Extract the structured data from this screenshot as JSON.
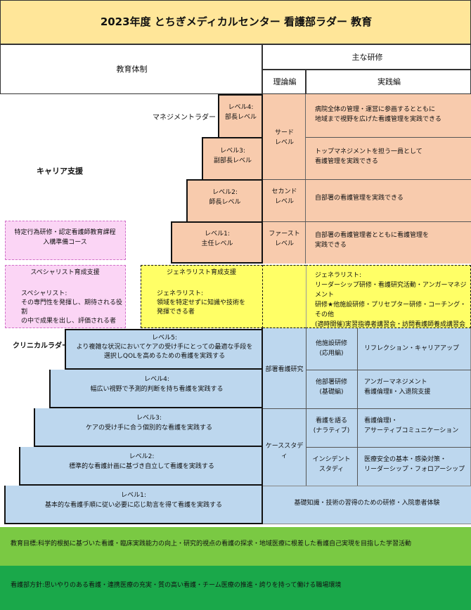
{
  "title": "2023年度 とちぎメディカルセンター 看護部ラダー 教育",
  "headers": {
    "system": "教育体制",
    "main_training": "主な研修",
    "theory": "理論編",
    "practice": "実践編"
  },
  "management": {
    "ladder_label": "マネジメントラダー",
    "career_label": "キャリア支援",
    "levels": [
      {
        "label": "レベル4:\n部長レベル"
      },
      {
        "label": "レベル3:\n副部長レベル"
      },
      {
        "label": "レベル2:\n師長レベル"
      },
      {
        "label": "レベル1:\n主任レベル"
      }
    ],
    "theory": [
      "サード\nレベル",
      "セカンド\nレベル",
      "ファースト\nレベル"
    ],
    "practice": [
      "病院全体の管理・運営に参画するとともに\n地域まで視野を広げた看護管理を実践できる",
      "トップマネジメントを担う一員として\n看護管理を実践できる",
      "自部署の看護管理を実践できる",
      "自部署の看護管理者とともに看護管理を\n実践できる"
    ]
  },
  "specified": "特定行為研修・認定看護師教育課程\n入構準備コース",
  "specialist": {
    "title": "スペシャリスト育成支援",
    "desc": "スペシャリスト:\nその専門性を発揮し、期待される役割\nの中で成果を出し、評価される者"
  },
  "generalist": {
    "title": "ジェネラリスト育成支援",
    "desc": "ジェネラリスト:\n領域を特定せずに知識や技術を\n発揮できる者",
    "training": "ジェネラリスト:\nリーダーシップ研修・看護研究活動・アンガーマネジメント\n研修★他施設研修・プリセプター研修・コーチング・その他\n(適時開催)実習指導者講習会・訪問看護師養成講習会"
  },
  "clinical": {
    "ladder_label": "クリニカルラダー",
    "levels": [
      "レベル5:\nより複雑な状況においてケアの受け手にとっての最適な手段を\n選択しQOLを高めるための看護を実践する",
      "レベル4:\n幅広い視野で予測的判断を持ち看護を実践する",
      "レベル3:\nケアの受け手に合う個別的な看護を実践する",
      "レベル2:\n標準的な看護計画に基づき自立して看護を実践する",
      "レベル1:\n基本的な看護手順に従い必要に応じ助言を得て看護を実践する"
    ],
    "theory_groups": [
      "部署看護研究",
      "ケーススタディ"
    ],
    "sub_theory": [
      "他施設研修\n(応用編)",
      "他部署研修\n(基礎編)",
      "看護を語る\n(ナラティブ)",
      "インシデント\nスタディ"
    ],
    "sub_practice": [
      "リフレクション・キャリアアップ",
      "アンガーマネジメント\n看護倫理Ⅱ・入退院支援",
      "看護倫理Ⅰ・\nアサーティブコミュニケーション",
      "医療安全の基本・感染対策・\nリーダーシップ・フォロアーシップ"
    ],
    "level1_training": "基礎知識・技術の習得のための研修・入院患者体験"
  },
  "goal": "教育目標:科学的根拠に基づいた看護・臨床実践能力の向上・研究的視点の看護の探求・地域医療に根差した看護自己実現を目指した学習活動",
  "policy": "看護部方針:思いやりのある看護・連携医療の充実・質の高い看護・チーム医療の推進・誇りを持って働ける職場環境"
}
